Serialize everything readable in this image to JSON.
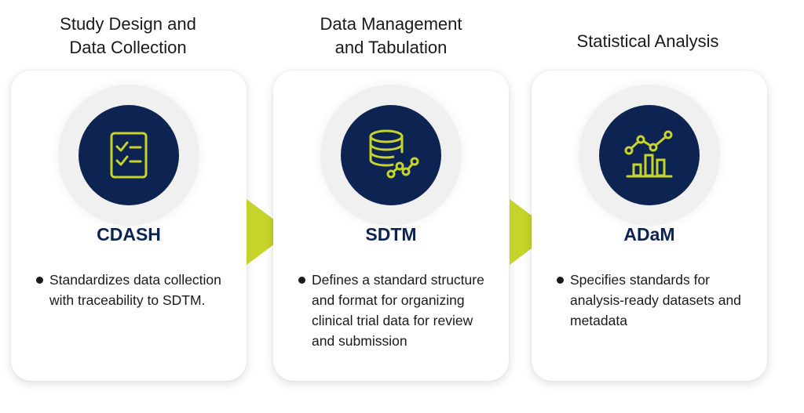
{
  "stages": [
    {
      "title": "Study Design and\nData Collection",
      "standard": "CDASH",
      "icon": "checklist-icon",
      "bullets": [
        "Standardizes data collection with traceability to SDTM."
      ]
    },
    {
      "title": "Data Management\nand Tabulation",
      "standard": "SDTM",
      "icon": "database-network-icon",
      "bullets": [
        "Defines a standard structure and format for organizing clinical trial data for review and submission"
      ]
    },
    {
      "title": "Statistical Analysis",
      "standard": "ADaM",
      "icon": "bar-line-chart-icon",
      "bullets": [
        "Specifies standards for analysis-ready datasets and metadata"
      ]
    }
  ],
  "colors": {
    "navy": "#0d2452",
    "lime": "#c6d32a",
    "halo": "#f0f0f0",
    "text": "#1a1a1a"
  }
}
